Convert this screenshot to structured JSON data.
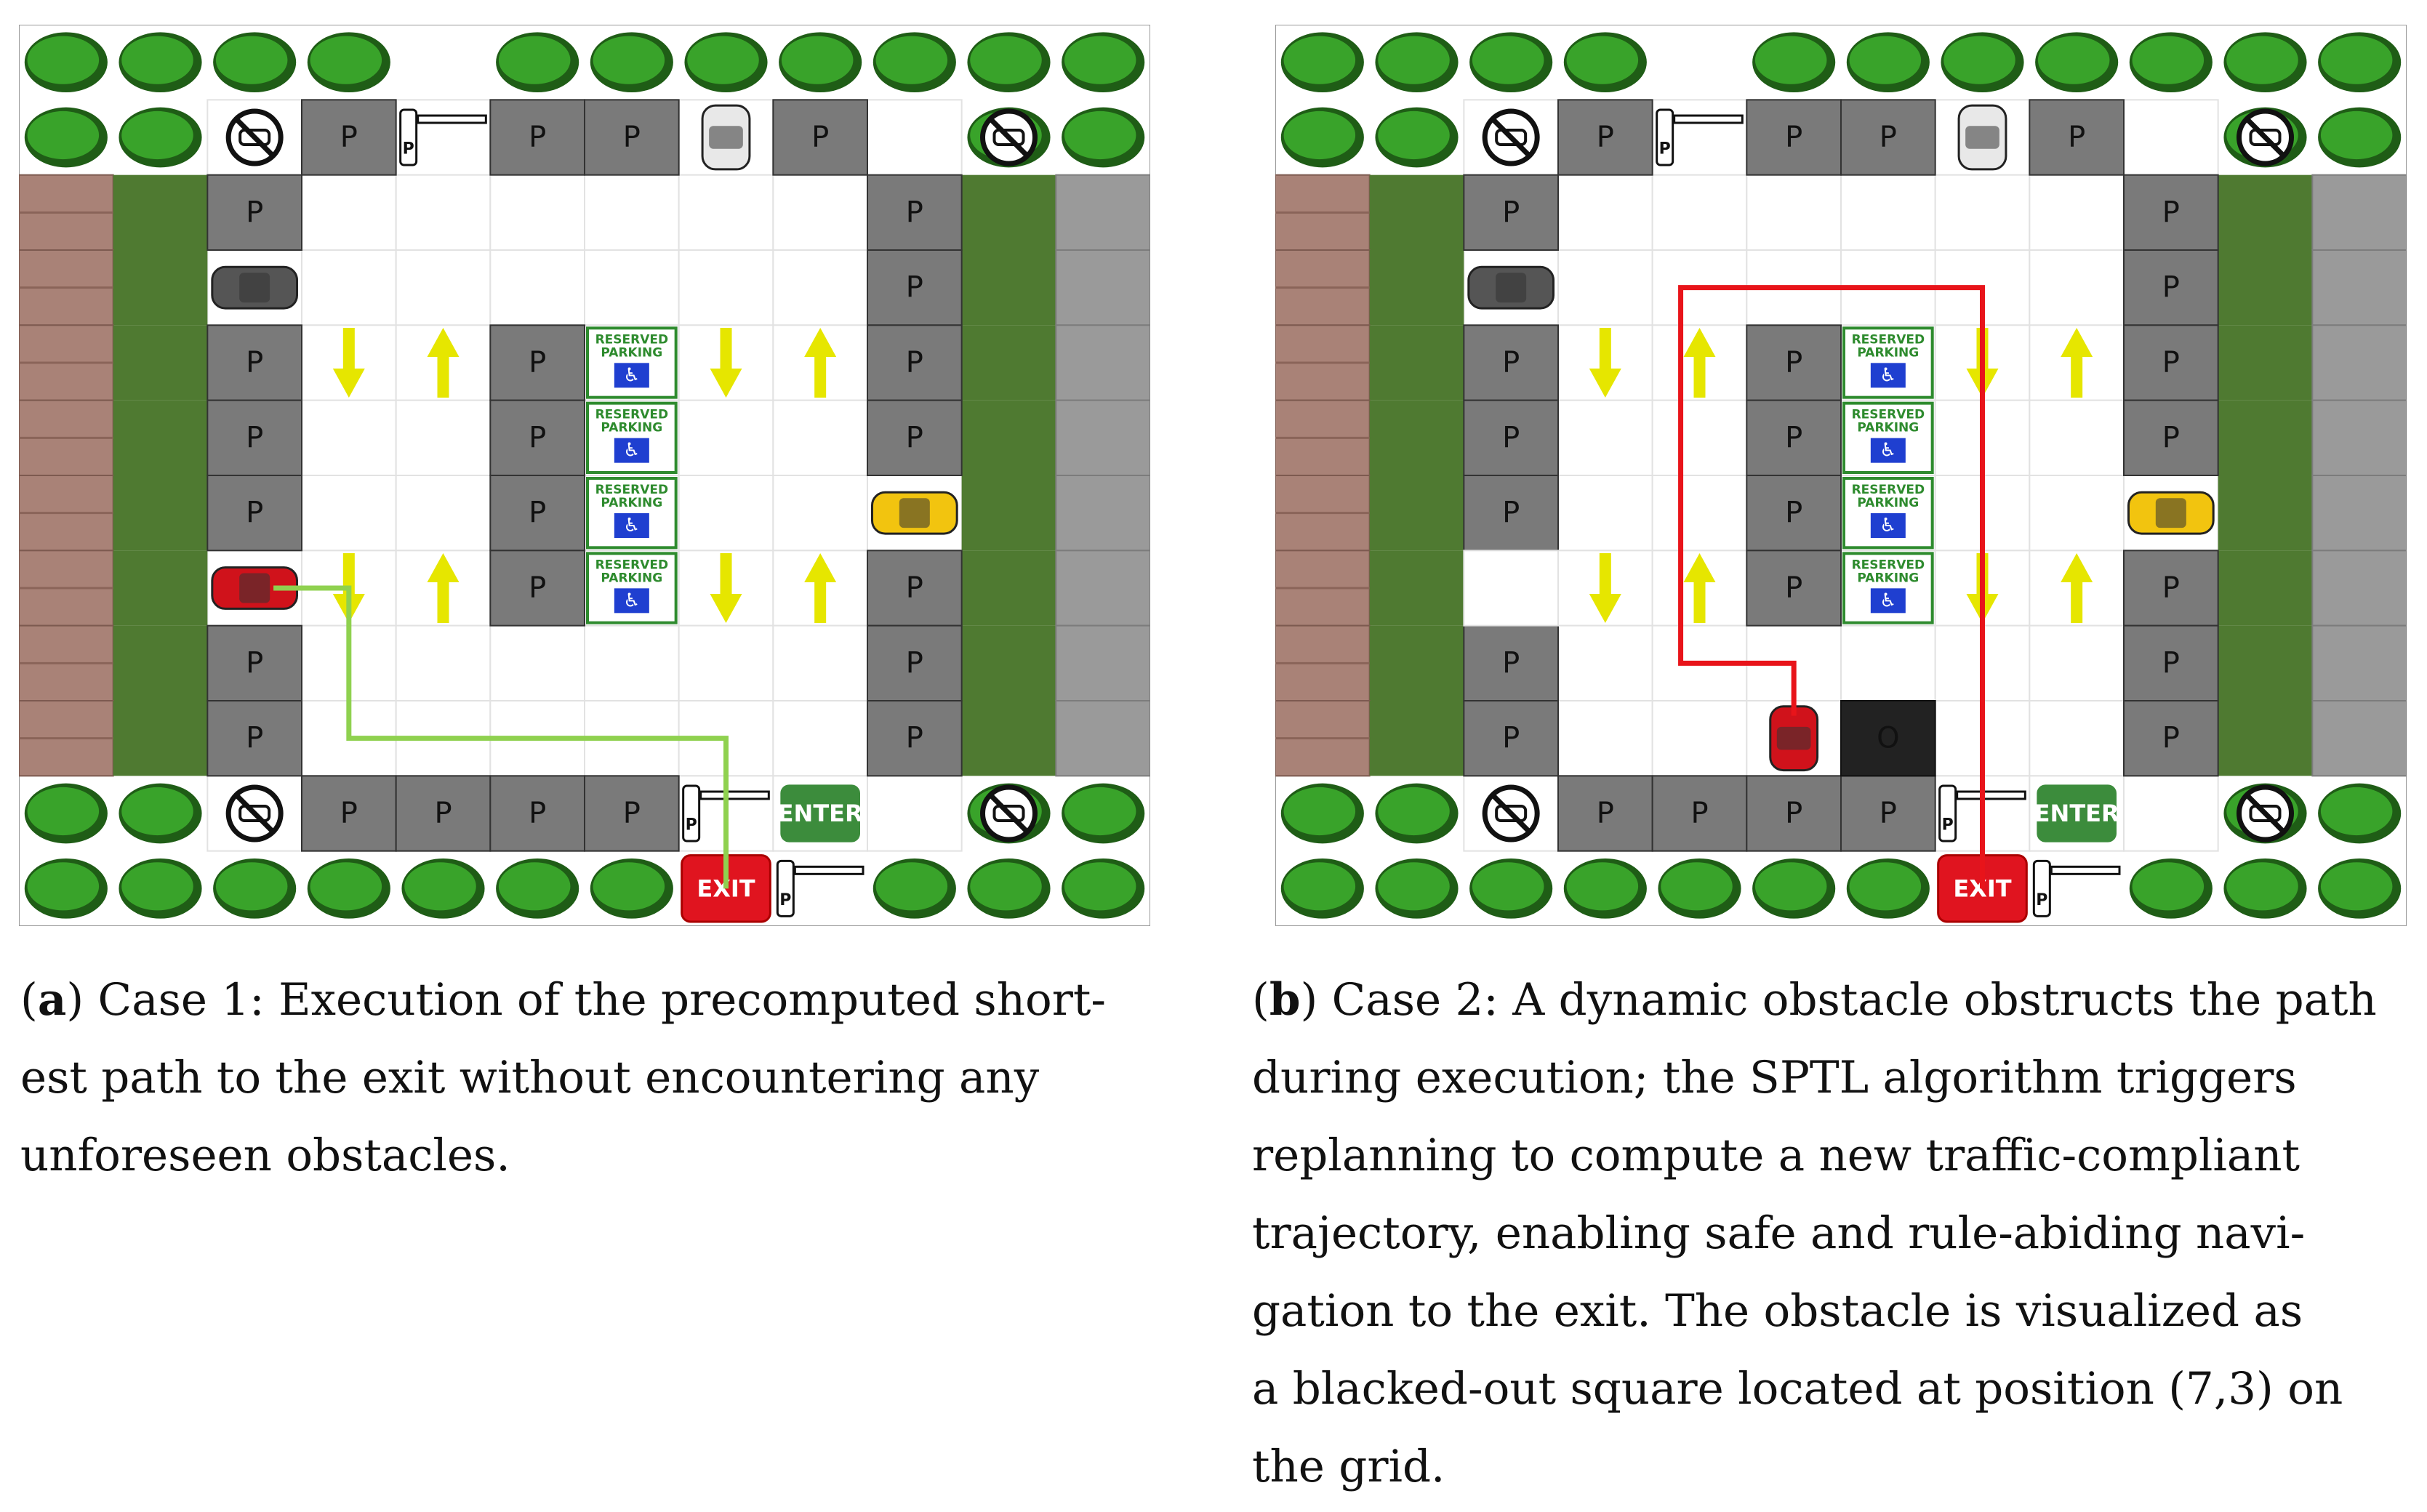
{
  "panels": [
    {
      "id": "a",
      "tag": "a",
      "caption_lines": [
        ") Case 1: Execution of the precomputed short-",
        "est path to the exit without encountering any",
        "unforeseen obstacles."
      ],
      "path_color": "#8fd14f",
      "spots": [
        {
          "col": 3,
          "row": 1
        },
        {
          "col": 5,
          "row": 1
        },
        {
          "col": 6,
          "row": 1
        },
        {
          "col": 8,
          "row": 1
        },
        {
          "col": 2,
          "row": 2
        },
        {
          "col": 9,
          "row": 2
        },
        {
          "col": 9,
          "row": 3
        },
        {
          "col": 2,
          "row": 4
        },
        {
          "col": 5,
          "row": 4
        },
        {
          "col": 9,
          "row": 4
        },
        {
          "col": 2,
          "row": 5
        },
        {
          "col": 5,
          "row": 5
        },
        {
          "col": 9,
          "row": 5
        },
        {
          "col": 2,
          "row": 6
        },
        {
          "col": 5,
          "row": 6
        },
        {
          "col": 5,
          "row": 7
        },
        {
          "col": 9,
          "row": 7
        },
        {
          "col": 2,
          "row": 8
        },
        {
          "col": 9,
          "row": 8
        },
        {
          "col": 2,
          "row": 9
        },
        {
          "col": 9,
          "row": 9
        },
        {
          "col": 3,
          "row": 10
        },
        {
          "col": 4,
          "row": 10
        },
        {
          "col": 5,
          "row": 10
        },
        {
          "col": 6,
          "row": 10
        }
      ],
      "blank_spots": [],
      "obstacles": [],
      "cars": [
        {
          "col": 7,
          "row": 1,
          "color": "#e8e8e8",
          "dir": "v"
        },
        {
          "col": 2,
          "row": 3,
          "color": "#555555",
          "dir": "h"
        },
        {
          "col": 9,
          "row": 6,
          "color": "#f2c40f",
          "dir": "h"
        },
        {
          "col": 2,
          "row": 7,
          "color": "#d0121b",
          "dir": "h"
        }
      ],
      "path": [
        [
          2.7,
          7.5
        ],
        [
          3.5,
          7.5
        ],
        [
          3.5,
          9.5
        ],
        [
          7.5,
          9.5
        ],
        [
          7.5,
          11.5
        ]
      ]
    },
    {
      "id": "b",
      "tag": "b",
      "caption_lines": [
        ") Case 2: A dynamic obstacle obstructs the path",
        "during execution; the SPTL algorithm triggers",
        "replanning to compute a new traffic-compliant",
        "trajectory, enabling safe and rule-abiding navi-",
        "gation to the exit. The obstacle is visualized as",
        "a blacked-out square located at position (7,3) on",
        "the grid."
      ],
      "path_color": "#e8141a",
      "spots": [
        {
          "col": 3,
          "row": 1
        },
        {
          "col": 5,
          "row": 1
        },
        {
          "col": 6,
          "row": 1
        },
        {
          "col": 8,
          "row": 1
        },
        {
          "col": 2,
          "row": 2
        },
        {
          "col": 9,
          "row": 2
        },
        {
          "col": 9,
          "row": 3
        },
        {
          "col": 2,
          "row": 4
        },
        {
          "col": 5,
          "row": 4
        },
        {
          "col": 9,
          "row": 4
        },
        {
          "col": 2,
          "row": 5
        },
        {
          "col": 5,
          "row": 5
        },
        {
          "col": 9,
          "row": 5
        },
        {
          "col": 2,
          "row": 6
        },
        {
          "col": 5,
          "row": 6
        },
        {
          "col": 5,
          "row": 7
        },
        {
          "col": 9,
          "row": 7
        },
        {
          "col": 2,
          "row": 8
        },
        {
          "col": 9,
          "row": 8
        },
        {
          "col": 2,
          "row": 9
        },
        {
          "col": 9,
          "row": 9
        },
        {
          "col": 3,
          "row": 10
        },
        {
          "col": 4,
          "row": 10
        },
        {
          "col": 5,
          "row": 10
        },
        {
          "col": 6,
          "row": 10
        }
      ],
      "blank_spots": [
        {
          "col": 2,
          "row": 7
        }
      ],
      "obstacles": [
        {
          "col": 6,
          "row": 9,
          "label": "O"
        }
      ],
      "cars": [
        {
          "col": 7,
          "row": 1,
          "color": "#e8e8e8",
          "dir": "v"
        },
        {
          "col": 2,
          "row": 3,
          "color": "#555555",
          "dir": "h"
        },
        {
          "col": 9,
          "row": 6,
          "color": "#f2c40f",
          "dir": "h"
        },
        {
          "col": 5,
          "row": 9,
          "color": "#d0121b",
          "dir": "v"
        }
      ],
      "path": [
        [
          5.5,
          9.2
        ],
        [
          5.5,
          8.5
        ],
        [
          4.3,
          8.5
        ],
        [
          4.3,
          3.5
        ],
        [
          7.5,
          3.5
        ],
        [
          7.5,
          11.5
        ]
      ]
    }
  ],
  "grid": {
    "cols": 12,
    "rows": 12,
    "spot_label": "P",
    "reserved_text_1": "RESERVED",
    "reserved_text_2": "PARKING",
    "enter_label": "ENTER",
    "exit_label": "EXIT",
    "gate_label": "P",
    "reserved_spots": [
      {
        "col": 6,
        "row": 4
      },
      {
        "col": 6,
        "row": 5
      },
      {
        "col": 6,
        "row": 6
      },
      {
        "col": 6,
        "row": 7
      }
    ],
    "no_parking": [
      {
        "col": 2,
        "row": 1
      },
      {
        "col": 10,
        "row": 1
      },
      {
        "col": 2,
        "row": 10
      },
      {
        "col": 10,
        "row": 10
      }
    ],
    "down_arrows": [
      {
        "col": 3,
        "row": 4
      },
      {
        "col": 3,
        "row": 7
      },
      {
        "col": 7,
        "row": 4
      },
      {
        "col": 7,
        "row": 7
      }
    ],
    "up_arrows": [
      {
        "col": 4,
        "row": 4
      },
      {
        "col": 4,
        "row": 7
      },
      {
        "col": 8,
        "row": 4
      },
      {
        "col": 8,
        "row": 7
      }
    ],
    "enter_cell": {
      "col": 8,
      "row": 10
    },
    "exit_cell": {
      "col": 7,
      "row": 11
    },
    "gates": [
      {
        "col": 4,
        "row": 1
      },
      {
        "col": 7,
        "row": 10
      },
      {
        "col": 8,
        "row": 11
      }
    ],
    "road_gaps": [
      {
        "col": 4,
        "row": 0
      }
    ],
    "colors": {
      "tree": "#39a32a",
      "tree_dark": "#1f5d16",
      "spot": "#7a7a7a",
      "obstacle": "#222222",
      "arrow": "#e6e600",
      "reserved_green": "#2e8b2e",
      "reserved_blue": "#1f3fd0",
      "enter_green": "#3c8c3c",
      "exit_red": "#e0141f",
      "lot_floor": "#ffffff",
      "grid_line": "#e2e2e2"
    }
  }
}
